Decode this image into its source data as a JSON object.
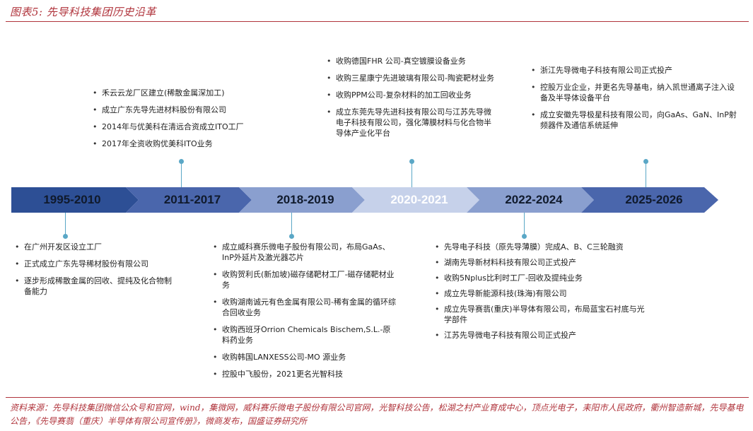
{
  "title": "图表5:  先导科技集团历史沿革",
  "periods": [
    "1995-2010",
    "2011-2017",
    "2018-2019",
    "2020-2021",
    "2022-2024",
    "2025-2026"
  ],
  "colors": {
    "accent_red": "#b0343c",
    "segment_dark": "#2d4f95",
    "segment_medium": "#4a66ac",
    "segment_light": "#8a9fcf",
    "segment_lightest": "#c6d1ea",
    "connector": "#5aa7c6"
  },
  "events": {
    "p1995": [
      "在广州开发区设立工厂",
      "正式成立广东先导稀材股份有限公司",
      "逐步形成稀散金属的回收、提纯及化合物制备能力"
    ],
    "p2011": [
      "禾云云龙厂区建立(稀散金属深加工)",
      "成立广东先导先进材料股份有限公司",
      "2014年与优美科在清远合资成立ITO工厂",
      "2017年全资收购优美科ITO业务"
    ],
    "p2018": [
      "成立威科赛乐微电子股份有限公司，布局GaAs、InP外延片及激光器芯片",
      "收购贺利氏(新加坡)磁存储靶材工厂-磁存储靶材业务",
      "收购湖南诚元有色金属有限公司-稀有金属的循环综合回收业务",
      "收购西班牙Orrion Chemicals Bischem,S.L.-原料药业务",
      "收购韩国LANXESS公司-MO 源业务",
      "控股中飞股份，2021更名光智科技"
    ],
    "p2020": [
      "收购德国FHR 公司-真空镀膜设备业务",
      "收购三星康宁先进玻璃有限公司-陶瓷靶材业务",
      "收购PPM公司-复杂材料的加工回收业务",
      "成立东莞先导先进科技有限公司与江苏先导微电子科技有限公司，强化薄膜材料与化合物半导体产业化平台"
    ],
    "p2022": [
      "先导电子科技（原先导薄膜）完成A、B、C三轮融资",
      "湖南先导新材料科技有限公司正式投产",
      "收购5Nplus比利时工厂-回收及提纯业务",
      "成立先导新能源科技(珠海)有限公司",
      "成立先导赛翡(重庆)半导体有限公司，布局蓝宝石衬底与光学部件",
      "江苏先导微电子科技有限公司正式投产"
    ],
    "p2025": [
      "浙江先导微电子科技有限公司正式投产",
      "控股万业企业，并更名先导基电，纳入凯世通离子注入设备及半导体设备平台",
      "成立安徽先导极星科技有限公司，向GaAs、GaN、InP射频器件及通信系统延伸"
    ]
  },
  "source": "资料来源：先导科技集团微信公众号和官网，wind，集微网，威科赛乐微电子股份有限公司官网，光智科技公告，松湖之村产业育成中心，顶点光电子，耒阳市人民政府，衢州智造新城，先导基电公告，《先导赛翡（重庆）半导体有限公司宣传册》，微商发布，国盛证券研究所"
}
